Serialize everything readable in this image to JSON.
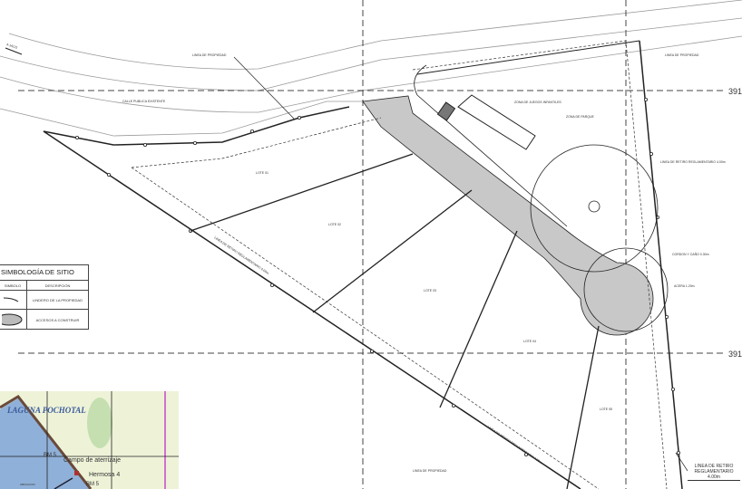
{
  "plan": {
    "grid_label_top": "391",
    "grid_label_bottom": "391",
    "direction_label": "A JACO",
    "street_label": "CALLE PUBLICA EXISTENTE",
    "property_line_label": "LINEA DE PROPIEDAD",
    "property_line_label_right": "LINEA DE PROPIEDAD",
    "property_line_label_bottom": "LINEA DE PROPIEDAD",
    "playground_label": "ZONA DE JUEGOS INFANTILES",
    "park_label": "ZONA DE PARQUE",
    "setback_right": "LINEA DE RETIRO REGLAMENTARIO 4.00m",
    "setback_bottom_right": "LINEA DE RETIRO REGLAMENTARIO 4.00m",
    "setback_diagonal": "LINEA DE RETIRO REGLAMENTARIO 4.00m",
    "setback_diagonal_2": "LINEA DE RETIRO REGLAMENTARIO 4.00m",
    "curb_label": "CORDON Y CAÑO 0.30m",
    "sidewalk_label": "ACERA 1.20m",
    "lots": [
      "LOTE 01",
      "LOTE 02",
      "LOTE 03",
      "LOTE 04",
      "LOTE 05"
    ],
    "colors": {
      "line": "#222222",
      "access_fill": "#c8c8c8",
      "road": "#9a9a9a"
    }
  },
  "legend": {
    "title": "SIMBOLOGÍA DE SITIO",
    "col_symbol": "SIMBOLO",
    "col_description": "DESCRIPCIÓN",
    "rows": [
      {
        "description": "LINDERO DE LA PROPIEDAD"
      },
      {
        "description": "ACCESOS A CONSTRUIR"
      }
    ]
  },
  "location_map": {
    "lagoon": "LAGUNA POCHOTAL",
    "airstrip": "Campo de aterrizaje",
    "town": "Hermosa 4",
    "bm_top": "BM 5",
    "bm_bottom": "BM 5",
    "site": "UBICACION"
  }
}
